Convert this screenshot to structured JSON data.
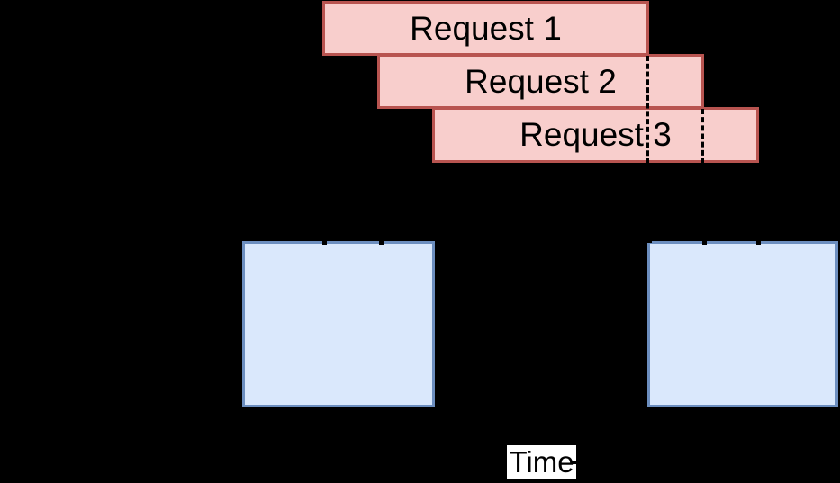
{
  "colors": {
    "background": "#000000",
    "request_fill": "#f8cecc",
    "request_stroke": "#b85450",
    "blue_fill": "#dae8fc",
    "blue_stroke": "#6c8ebf",
    "line": "#000000",
    "text": "#000000",
    "label_background": "#ffffff"
  },
  "requests": [
    {
      "label": "Request 1"
    },
    {
      "label": "Request 2"
    },
    {
      "label": "Request 3"
    }
  ],
  "axis": {
    "label": "Time"
  }
}
